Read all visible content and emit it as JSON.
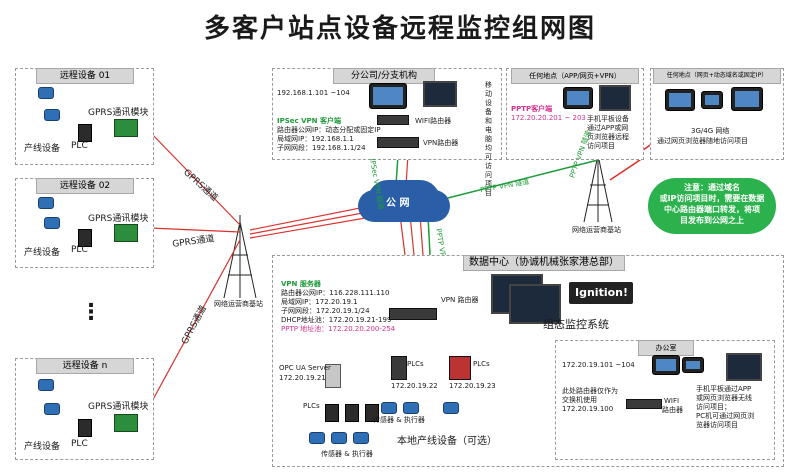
{
  "title": "多客户站点设备远程监控组网图",
  "remote_sites": [
    {
      "header": "远程设备 01",
      "device_label": "产线设备",
      "plc_label": "PLC",
      "module_label": "GPRS通讯模块"
    },
    {
      "header": "远程设备 02",
      "device_label": "产线设备",
      "plc_label": "PLC",
      "module_label": "GPRS通讯模块"
    },
    {
      "header": "远程设备 n",
      "device_label": "产线设备",
      "plc_label": "PLC",
      "module_label": "GPRS通讯模块"
    }
  ],
  "gprs_links": [
    "GPRS通道",
    "GPRS通道",
    "GPRS通道"
  ],
  "ellipsis": "⋮",
  "tower_left_label": "网络运营商基站",
  "tower_right_label": "网络运营商基站",
  "branch": {
    "header": "分公司/分支机构",
    "ip_range": "192.168.1.101 ~104",
    "ipsec_title": "IPSec VPN 客户端",
    "lines": [
      "路由器公网IP：动态分配或固定IP",
      "局域网IP：192.168.1.1",
      "子网网段：192.168.1.1/24"
    ],
    "wifi_router": "WIFI路由器",
    "vpn_router": "VPN路由器",
    "side_text": "移动设备和电脑均可访问项目"
  },
  "anywhere1": {
    "header": "任何地点（APP/网页+VPN）",
    "pptp_title": "PPTP客户端",
    "pptp_range": "172.20.20.201 ~ 203",
    "desc": [
      "手机平板设备",
      "通过APP或网",
      "页浏览器远程",
      "访问项目"
    ]
  },
  "anywhere2": {
    "header": "任何地点（网页+动态域名或固定IP）",
    "desc": [
      "3G/4G 网络",
      "通过网页浏览器随地访问项目"
    ]
  },
  "note": [
    "注意：通过域名",
    "或IP访问项目时，需要在数据",
    "中心路由器端口转发，将项",
    "目发布到公网之上"
  ],
  "cloud_label": "公  网",
  "tunnels": {
    "ipsec": "IPSec VPN 隧道",
    "pptp_a": "PPTP VPN 隧道",
    "pptp_b": "PPTP VPN 隧道",
    "pptp_c": "PPTP VPN 通道"
  },
  "datacenter": {
    "header": "数据中心（协诚机械张家港总部）",
    "vpn_server": "VPN 服务器",
    "lines": [
      "路由器公网IP：116.228.111.110",
      "局域网IP：172.20.19.1",
      "子网网段：172.20.19.1/24",
      "DHCP地址池：172.20.19.21-199"
    ],
    "pptp_pool": "PPTP 地址池：172.20.20.200-254",
    "vpn_router": "VPN 路由器",
    "brand": "Ignition!",
    "scada": "组态监控系统",
    "opc_label": "OPC UA Server",
    "opc_ip": "172.20.19.21",
    "plc1_label": "PLCs",
    "plc1_ip": "172.20.19.22",
    "plc2_label": "PLCs",
    "plc2_ip": "172.20.19.23",
    "plcs_left": "PLCs",
    "sensors1": "传感器 & 执行器",
    "sensors2": "传感器 & 执行器",
    "local_line": "本地产线设备（可选）"
  },
  "office": {
    "header": "办公室",
    "ip_range": "172.20.19.101 ~104",
    "switch_note": [
      "此处路由器仅作为",
      "交换机使用",
      "172.20.19.100"
    ],
    "wifi_router": "WIFI",
    "wifi_router2": "路由器",
    "desc": [
      "手机平板通过APP",
      "或网页浏览器无线",
      "访问项目；",
      "PC机可通过网页浏",
      "览器访问项目"
    ]
  },
  "colors": {
    "ipsec": "#1e9b3a",
    "pptp": "#d8322e",
    "gprs": "#d8322e",
    "accent_green": "#1e9b3a"
  }
}
